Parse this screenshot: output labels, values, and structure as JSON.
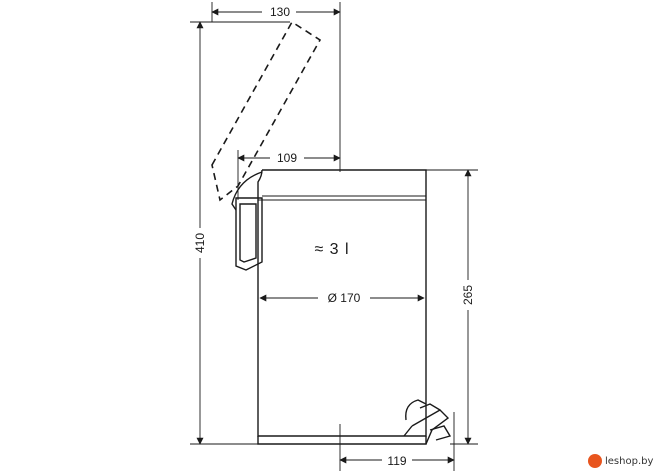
{
  "dimensions": {
    "lid_open_width": "130",
    "lid_offset": "109",
    "total_height_open": "410",
    "body_height": "265",
    "diameter": "Ø 170",
    "depth": "119"
  },
  "capacity": "≈ 3 l",
  "watermark": {
    "text": "leshop.by",
    "accent_color": "#e8551e"
  }
}
